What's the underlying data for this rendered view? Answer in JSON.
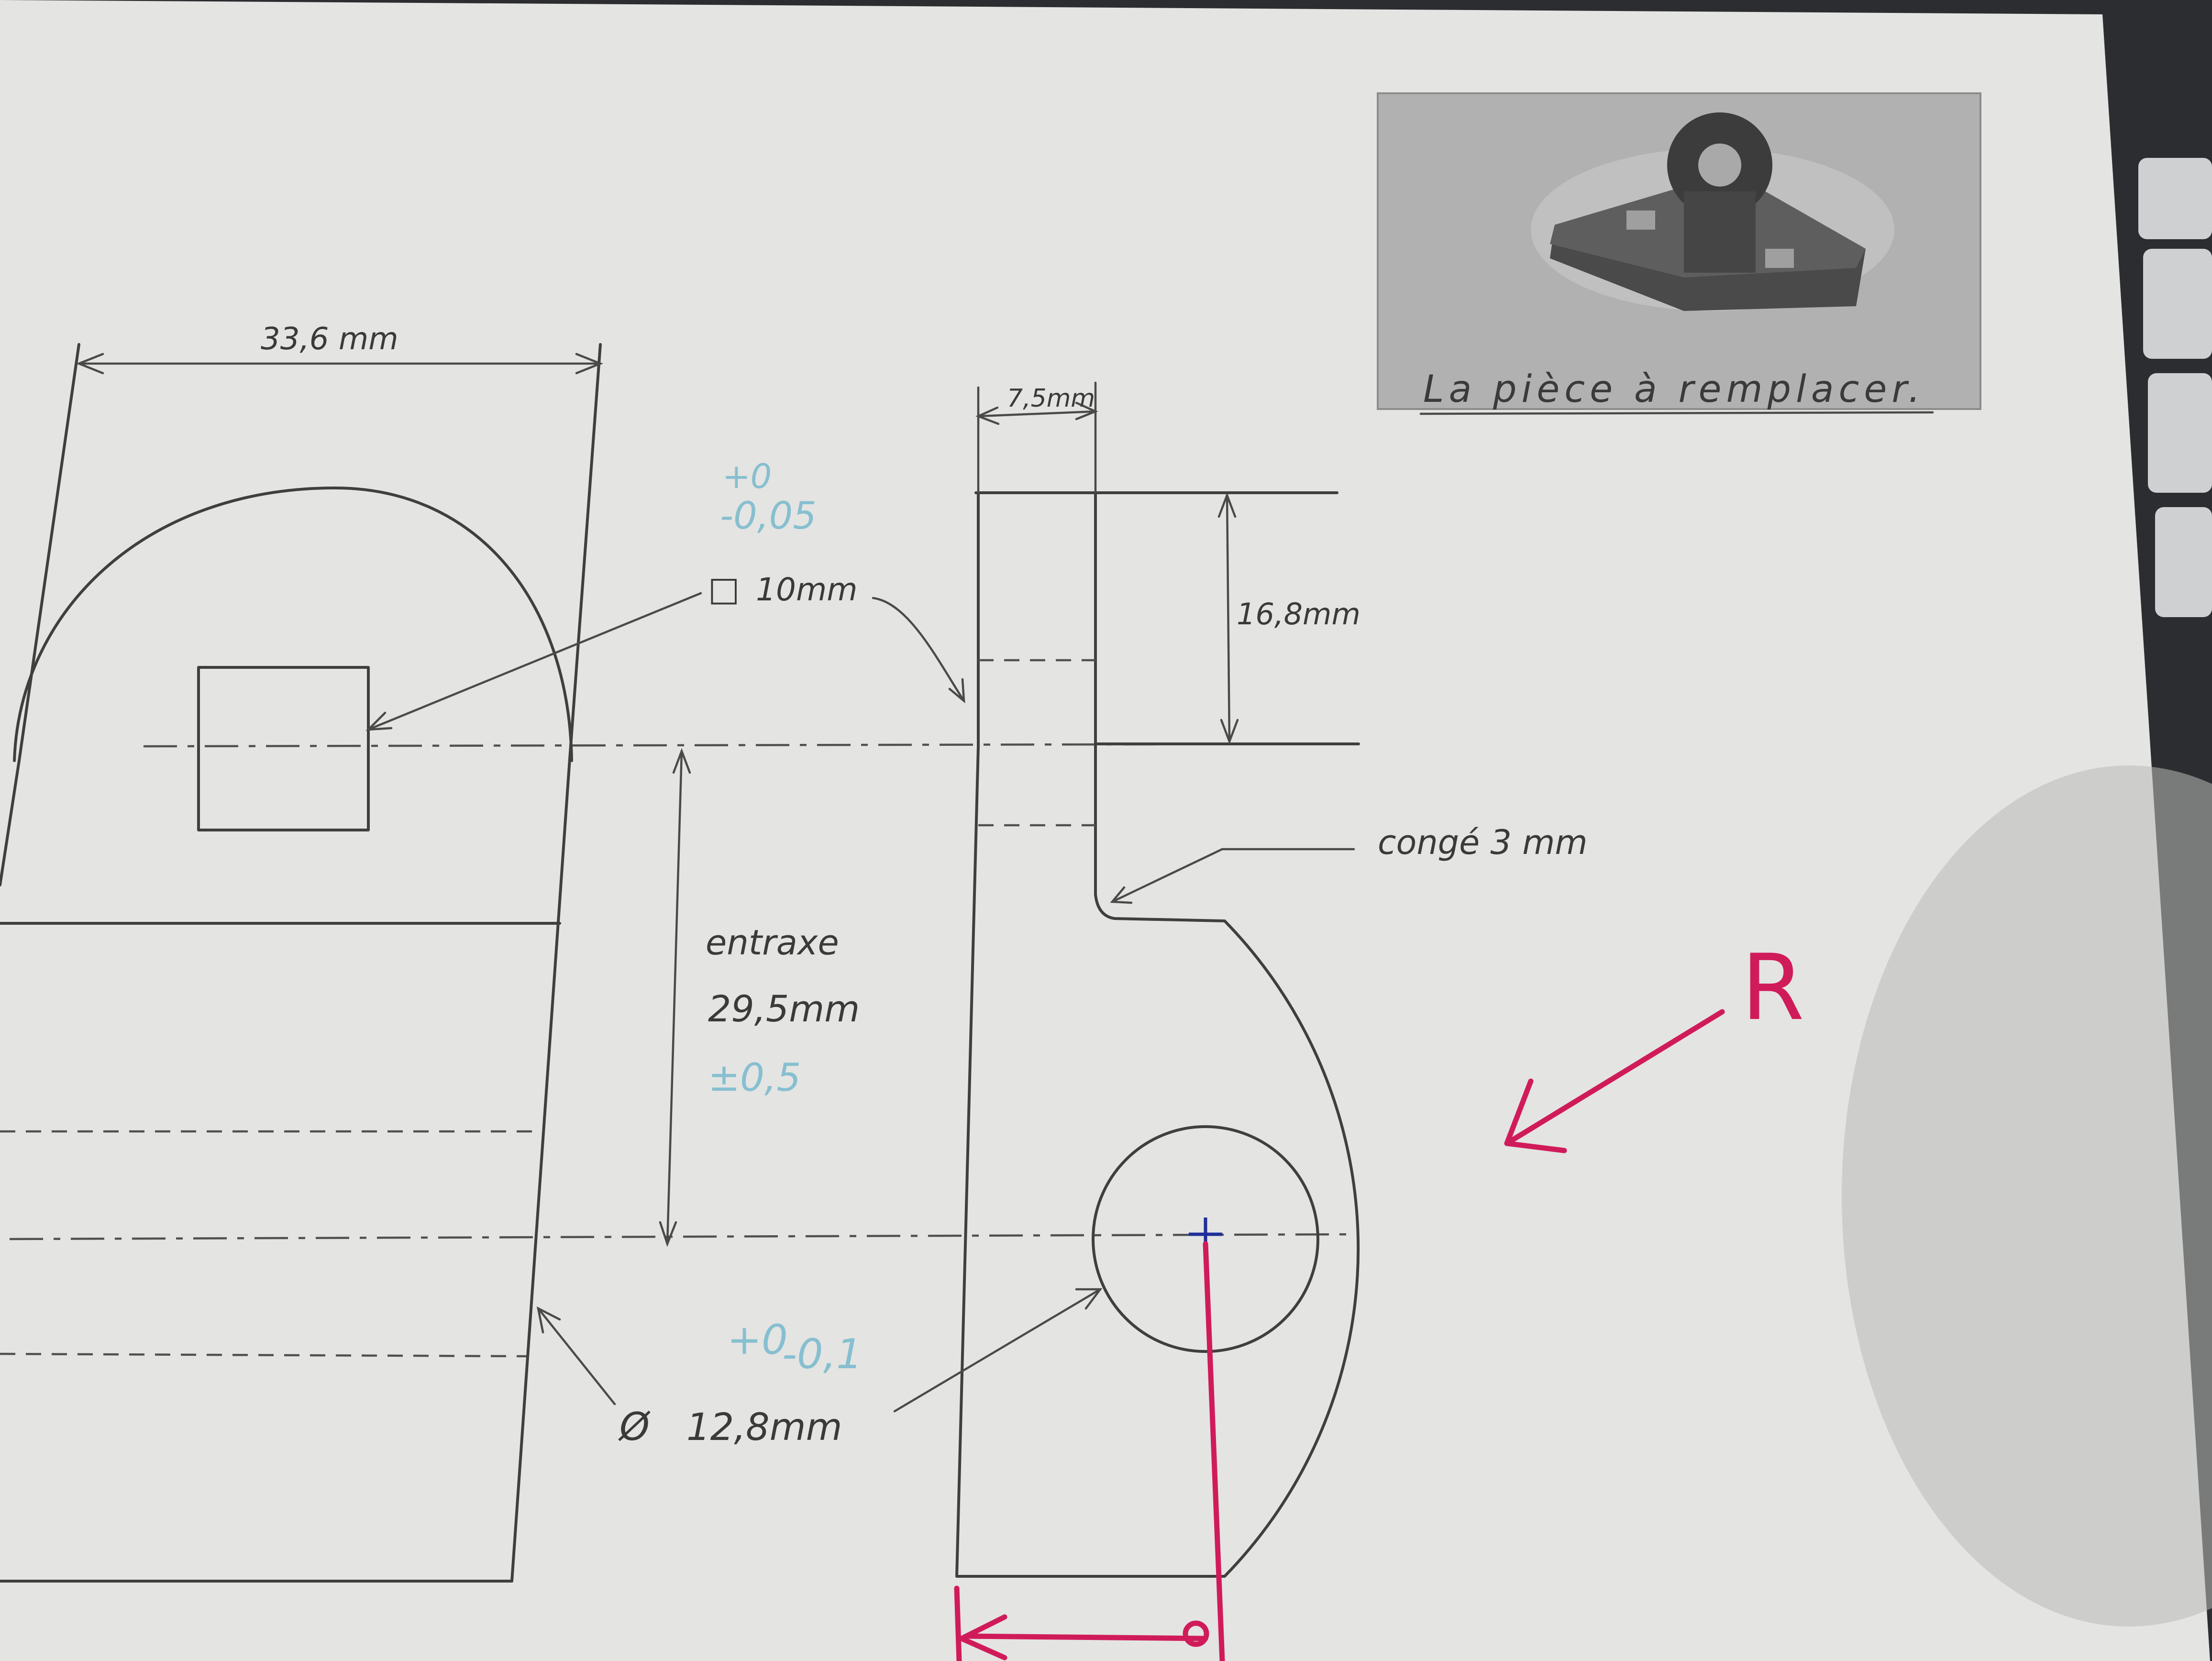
{
  "photo": {
    "caption": "La pièce à remplacer."
  },
  "dimensions": {
    "overall_width": "33,6 mm",
    "thickness": "7,5mm",
    "height_top": "16,8mm",
    "square_hole": "10mm",
    "square_tol_plus": "+0",
    "square_tol_minus": "-0,05",
    "entraxe_label": "entraxe",
    "entraxe_value": "29,5mm",
    "entraxe_tol": "±0,5",
    "hole_diameter": "12,8mm",
    "hole_tol_plus": "+0",
    "hole_tol_minus": "-0,1",
    "fillet": "congé 3 mm"
  },
  "symbols": {
    "square": "□",
    "diameter": "Ø"
  },
  "red_annotations": {
    "radius_label": "R"
  },
  "colors": {
    "paper": "#e4e4e2",
    "pencil": "#3f3f3f",
    "tolerance_blue": "#86bfd0",
    "red_marker": "#d01b5a",
    "center_mark_blue": "#1f2f9a"
  }
}
